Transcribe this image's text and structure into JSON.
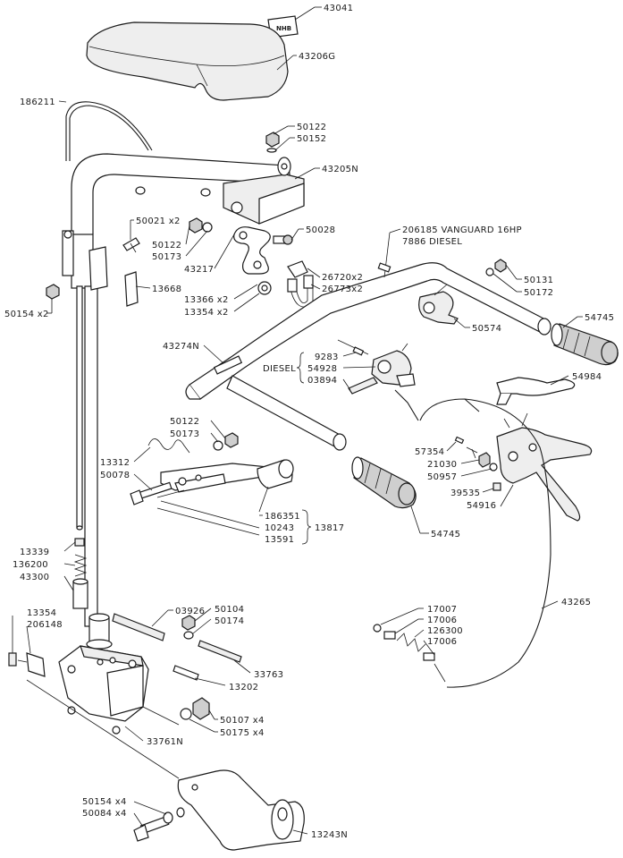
{
  "decal_text": "NHB",
  "parts": {
    "p43041": "43041",
    "p43206G": "43206G",
    "p186211": "186211",
    "p50122_top": "50122",
    "p50152": "50152",
    "p43205N": "43205N",
    "p50021": "50021 x2",
    "p50028": "50028",
    "p50122_mid": "50122",
    "p50173_mid": "50173",
    "p206185": "206185 VANGUARD 16HP",
    "p7886": "7886 DIESEL",
    "p43217": "43217",
    "p26720": "26720x2",
    "p26773": "26773x2",
    "p50131": "50131",
    "p50172": "50172",
    "p13668": "13668",
    "p50154_left": "50154 x2",
    "p13366": "13366 x2",
    "p13354_mid": "13354 x2",
    "p50574": "50574",
    "p54745_top": "54745",
    "p43274N": "43274N",
    "p9283": "9283",
    "diesel_label": "DIESEL",
    "p54928": "54928",
    "p03894": "03894",
    "p54984": "54984",
    "p50122_low": "50122",
    "p50173_low": "50173",
    "p13312": "13312",
    "p50078": "50078",
    "p57354": "57354",
    "p21030": "21030",
    "p50957": "50957",
    "p39535": "39535",
    "p54916": "54916",
    "p186351": "186351",
    "p10243": "10243",
    "p13591": "13591",
    "p13817": "13817",
    "p54745_bottom": "54745",
    "p13339": "13339",
    "p136200": "136200",
    "p43300": "43300",
    "p43265": "43265",
    "p13354_low": "13354",
    "p206148": "206148",
    "p03926": "03926",
    "p50104": "50104",
    "p50174": "50174",
    "p17007": "17007",
    "p17006_a": "17006",
    "p126300": "126300",
    "p17006_b": "17006",
    "p33763": "33763",
    "p13202": "13202",
    "p50107": "50107 x4",
    "p50175": "50175 x4",
    "p33761N": "33761N",
    "p50154_bottom": "50154 x4",
    "p50084": "50084 x4",
    "p13243N": "13243N"
  }
}
